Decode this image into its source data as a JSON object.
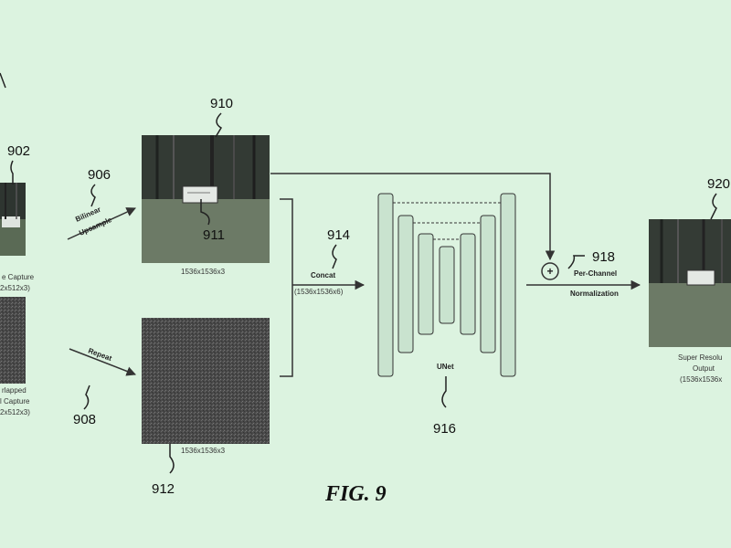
{
  "refs": {
    "r902": "902",
    "r906": "906",
    "r908": "908",
    "r910": "910",
    "r911": "911",
    "r912": "912",
    "r914": "914",
    "r916": "916",
    "r918": "918",
    "r920": "920"
  },
  "labels": {
    "capture_line1": "e Capture",
    "capture_line2": "2x512x3)",
    "overlapped_line1": "rlapped",
    "overlapped_line2": "l Capture",
    "overlapped_line3": "2x512x3)",
    "upsample_line1": "Bilinear",
    "upsample_line2": "Upsample",
    "repeat": "Repeat",
    "size_910": "1536x1536x3",
    "size_912": "1536x1536x3",
    "concat_line1": "Concat",
    "concat_line2": "(1536x1536x6)",
    "unet": "UNet",
    "norm_line1": "Per-Channel",
    "norm_line2": "Normalization",
    "sr_line1": "Super Resolu",
    "sr_line2": "Output",
    "sr_line3": "(1536x1536x",
    "plus": "+"
  },
  "figure_caption": "FIG. 9",
  "colors": {
    "background": "#dcf3e0",
    "unet_block": "#c9e3cf",
    "line": "#333333"
  }
}
